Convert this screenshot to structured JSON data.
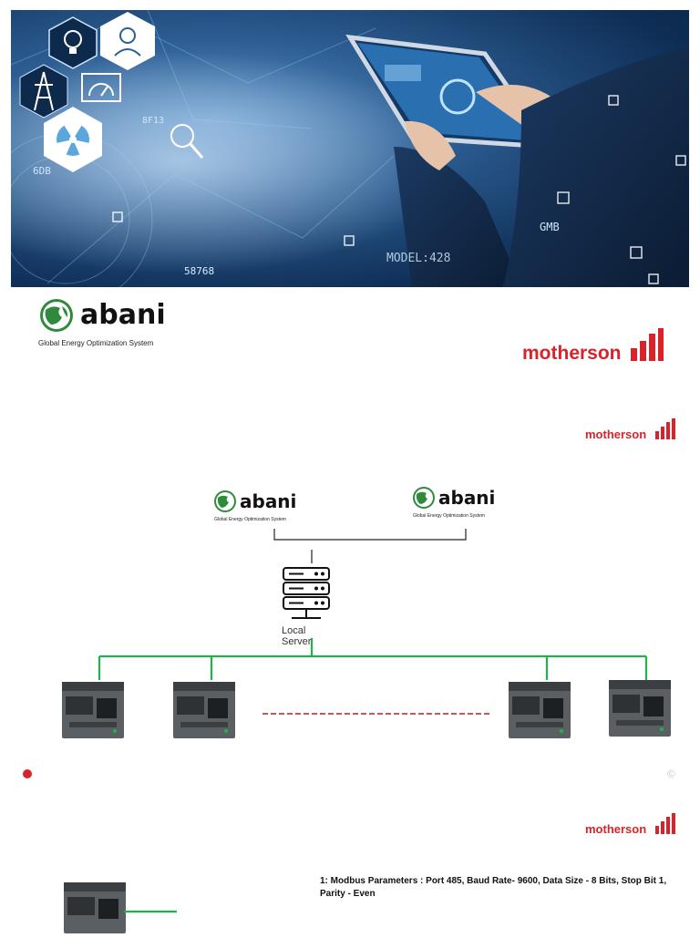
{
  "hero": {
    "labels": {
      "label_6db": "6DB",
      "label_8f13": "8F13",
      "label_gmb": "GMB",
      "label_model": "MODEL:428",
      "label_58768": "58768"
    },
    "colors": {
      "primary": "#1b4f86",
      "dark": "#0a1f3b",
      "light": "#8fc3ef"
    }
  },
  "brand": {
    "abani": {
      "name": "abani",
      "tagline": "Global Energy Optimization System",
      "accent": "#2e8b3c"
    },
    "motherson": {
      "name": "motherson",
      "accent": "#d8232a"
    }
  },
  "diagram": {
    "server_label": "Local Server",
    "bus_color": "#22b14c",
    "dashed_color": "#b22222"
  },
  "bullet_color": "#d8232a",
  "copyright_symbol": "©",
  "note": {
    "text": "1: Modbus Parameters : Port 485, Baud Rate- 9600, Data Size - 8 Bits, Stop Bit 1, Parity - Even"
  }
}
